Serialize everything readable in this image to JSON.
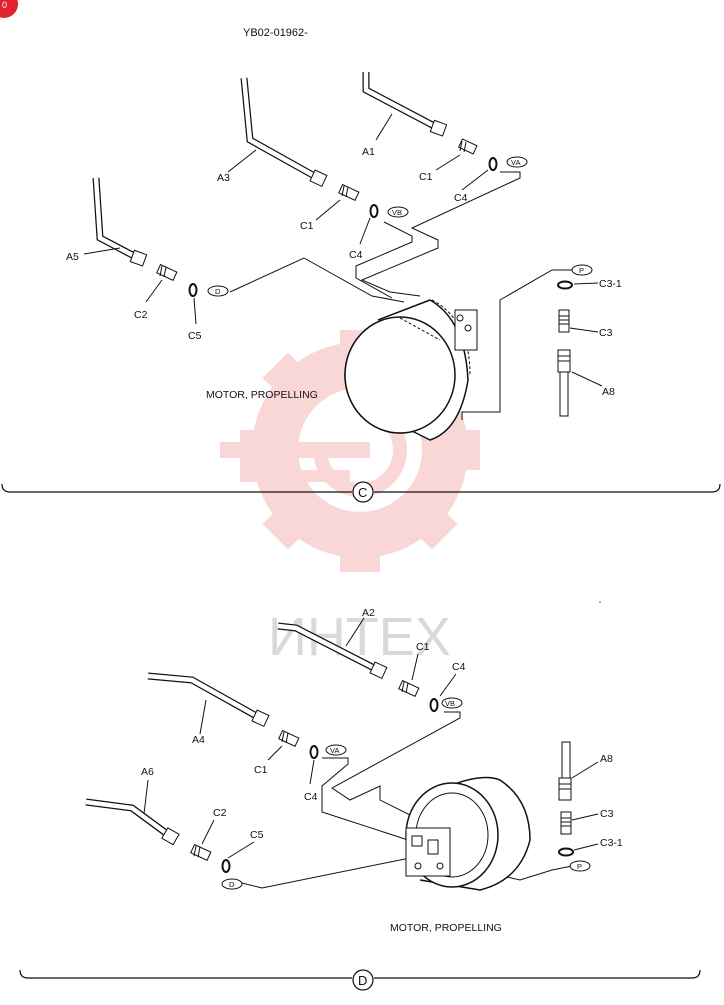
{
  "doc_code": "YB02-01962-",
  "corner_badge": "0",
  "watermark": {
    "text": "ИНТЕХ",
    "color": "#f2a3a3"
  },
  "colors": {
    "ink": "#111111",
    "badge": "#e0222f",
    "watermark": "#f6b8b8"
  },
  "sections": [
    {
      "id": "C",
      "caption": "MOTOR, PROPELLING",
      "circle_letter": "C",
      "parts": {
        "A1": "A1",
        "A3": "A3",
        "A5": "A5",
        "A8": "A8",
        "C1": "C1",
        "C2": "C2",
        "C3": "C3",
        "C3_1": "C3-1",
        "C4a": "C4",
        "C4b": "C4",
        "C5": "C5"
      },
      "ports": {
        "VA": "VA",
        "VB": "VB",
        "D": "D",
        "P": "P"
      }
    },
    {
      "id": "D",
      "caption": "MOTOR, PROPELLING",
      "circle_letter": "D",
      "parts": {
        "A2": "A2",
        "A4": "A4",
        "A6": "A6",
        "A8": "A8",
        "C1a": "C1",
        "C1b": "C1",
        "C2": "C2",
        "C3": "C3",
        "C3_1": "C3-1",
        "C4a": "C4",
        "C4b": "C4",
        "C5": "C5"
      },
      "ports": {
        "VA": "VA",
        "VB": "VB",
        "D": "D",
        "P": "P"
      }
    }
  ]
}
